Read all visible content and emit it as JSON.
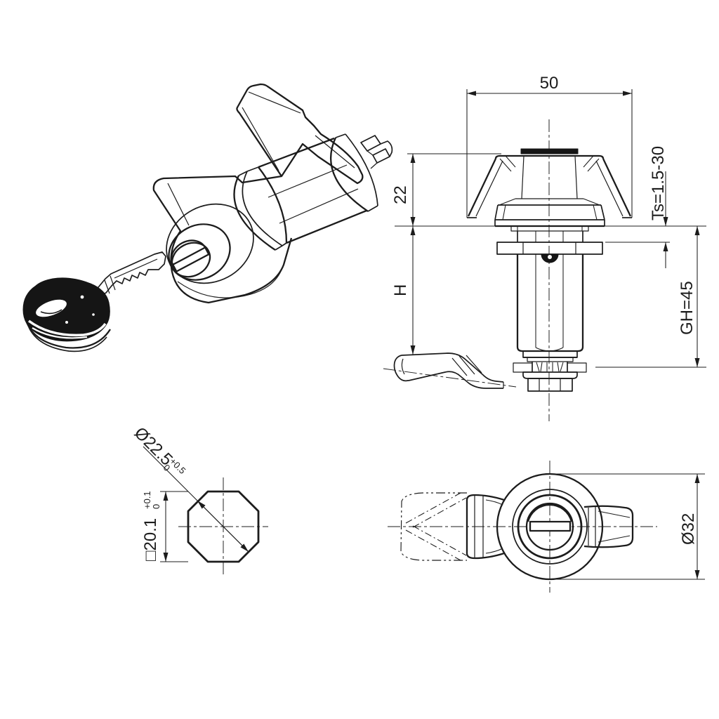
{
  "drawing": {
    "background": "#ffffff",
    "line_color": "#1c1c1c",
    "views": {
      "front": {
        "width": "50",
        "knob_height": "22",
        "grip_length": "H",
        "panel_thickness": "Ts=1.5-30",
        "grip_height": "GH=45"
      },
      "profile_cutout": {
        "diameter": "Ø22.5",
        "diameter_tol_upper": "+0.5",
        "diameter_tol_lower": "0",
        "square": "□20.1",
        "square_tol_upper": "+0.1",
        "square_tol_lower": "0"
      },
      "top": {
        "diameter": "Ø32"
      }
    }
  }
}
